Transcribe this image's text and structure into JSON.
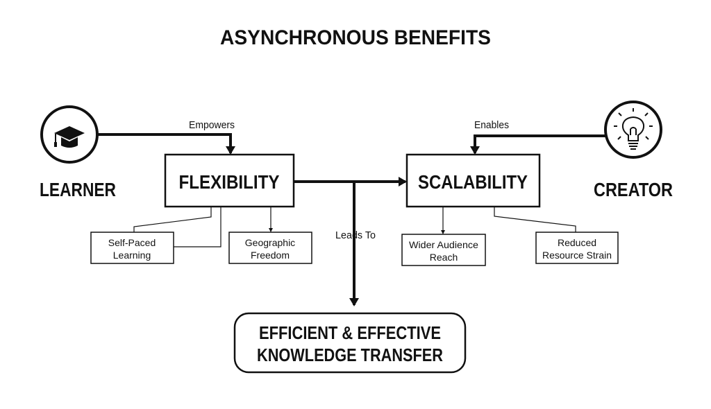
{
  "title": "ASYNCHRONOUS BENEFITS",
  "learner": {
    "label": "LEARNER",
    "icon": "graduation-cap-icon",
    "edge_label": "Empowers"
  },
  "creator": {
    "label": "CREATOR",
    "icon": "lightbulb-icon",
    "edge_label": "Enables"
  },
  "flexibility": {
    "label": "FLEXIBILITY",
    "children": [
      [
        "Self-Paced",
        "Learning"
      ],
      [
        "Geographic",
        "Freedom"
      ]
    ]
  },
  "scalability": {
    "label": "SCALABILITY",
    "children": [
      [
        "Wider Audience",
        "Reach"
      ],
      [
        "Reduced",
        "Resource Strain"
      ]
    ]
  },
  "leads_to": "Leads To",
  "outcome": {
    "line1": "EFFICIENT & EFFECTIVE",
    "line2": "KNOWLEDGE TRANSFER"
  },
  "colors": {
    "ink": "#111111",
    "background": "#ffffff"
  }
}
